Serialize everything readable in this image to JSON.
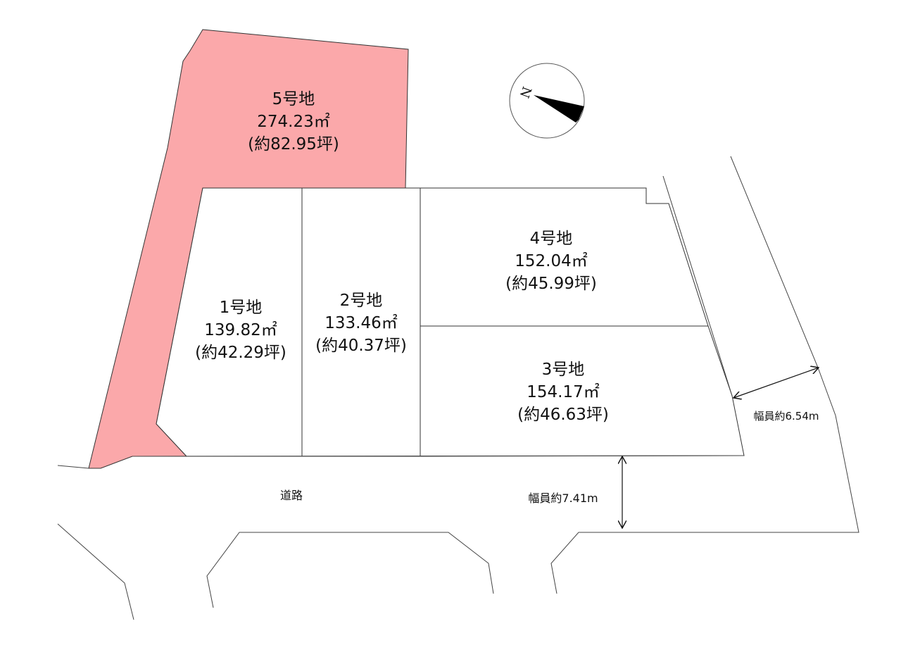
{
  "colors": {
    "highlight_lot": "#fba8aa",
    "line": "#333333"
  },
  "lots": [
    {
      "name": "1号地",
      "area": "139.82㎡",
      "tsubo": "(約42.29坪)"
    },
    {
      "name": "2号地",
      "area": "133.46㎡",
      "tsubo": "(約40.37坪)"
    },
    {
      "name": "3号地",
      "area": "154.17㎡",
      "tsubo": "(約46.63坪)"
    },
    {
      "name": "4号地",
      "area": "152.04㎡",
      "tsubo": "(約45.99坪)"
    },
    {
      "name": "5号地",
      "area": "274.23㎡",
      "tsubo": "(約82.95坪)"
    }
  ],
  "road": {
    "label": "道路",
    "main_width": "幅員約7.41m",
    "side_width": "幅員約6.54m"
  },
  "compass": {
    "label": "N"
  }
}
